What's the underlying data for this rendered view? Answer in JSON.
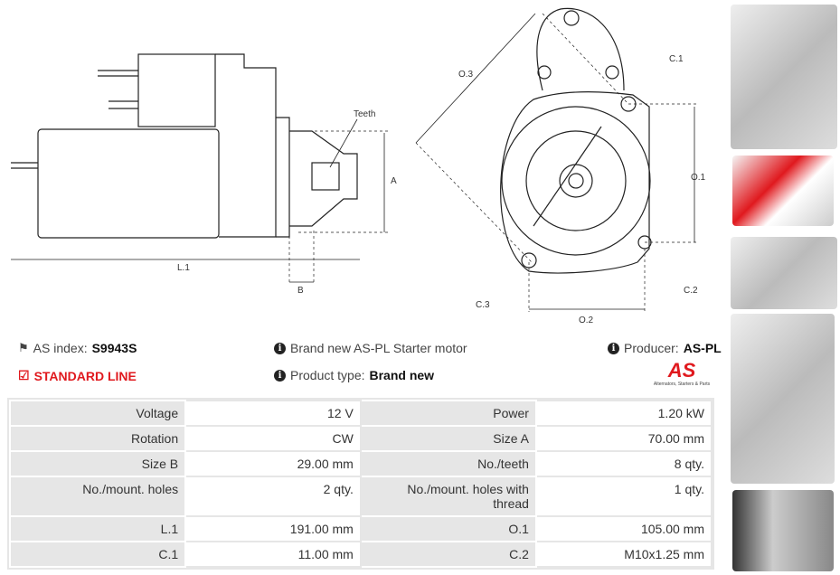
{
  "drawing": {
    "labels": {
      "teeth": "Teeth",
      "a": "A",
      "b": "B",
      "l1": "L.1",
      "o3": "O.3",
      "c1": "C.1",
      "o1": "O.1",
      "c2": "C.2",
      "c3": "C.3",
      "o2": "O.2"
    }
  },
  "info": {
    "as_index_label": "AS index:",
    "as_index_value": "S9943S",
    "line": "STANDARD LINE",
    "description": "Brand new AS-PL Starter motor",
    "product_type_label": "Product type:",
    "product_type_value": "Brand new",
    "producer_label": "Producer:",
    "producer_value": "AS-PL",
    "logo_text": "AS",
    "logo_tagline": "Alternators, Starters & Parts"
  },
  "specs": [
    [
      {
        "k": "Voltage",
        "v": "12 V"
      },
      {
        "k": "Power",
        "v": "1.20 kW"
      }
    ],
    [
      {
        "k": "Rotation",
        "v": "CW"
      },
      {
        "k": "Size A",
        "v": "70.00 mm"
      }
    ],
    [
      {
        "k": "Size B",
        "v": "29.00 mm"
      },
      {
        "k": "No./teeth",
        "v": "8 qty."
      }
    ],
    [
      {
        "k": "No./mount. holes",
        "v": "2 qty."
      },
      {
        "k": "No./mount. holes with thread",
        "v": "1 qty."
      }
    ],
    [
      {
        "k": "L.1",
        "v": "191.00 mm"
      },
      {
        "k": "O.1",
        "v": "105.00 mm"
      }
    ],
    [
      {
        "k": "C.1",
        "v": "11.00 mm"
      },
      {
        "k": "C.2",
        "v": "M10x1.25 mm"
      }
    ]
  ],
  "colors": {
    "accent": "#e0191e",
    "table_key_bg": "#e6e6e6"
  }
}
